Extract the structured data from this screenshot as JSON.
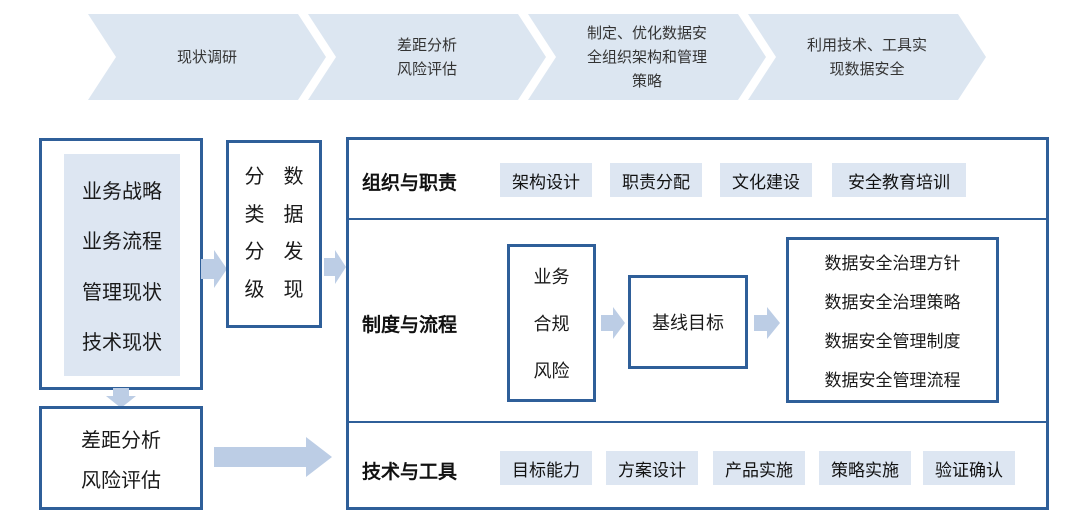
{
  "process_steps": [
    "现状调研",
    "差距分析\n风险评估",
    "制定、优化数据安\n全组织架构和管理\n策略",
    "利用技术、工具实\n现数据安全"
  ],
  "left_panel": {
    "items": [
      "业务战略",
      "业务流程",
      "管理现状",
      "技术现状"
    ]
  },
  "data_discovery": {
    "cells": [
      "分",
      "数",
      "类",
      "据",
      "分",
      "发",
      "级",
      "现"
    ]
  },
  "gap_box": {
    "lines": [
      "差距分析",
      "风险评估"
    ]
  },
  "sections": {
    "org": {
      "title": "组织与职责",
      "tags": [
        "架构设计",
        "职责分配",
        "文化建设",
        "安全教育培训"
      ]
    },
    "process": {
      "title": "制度与流程",
      "risk_lines": [
        "业务",
        "合规",
        "风险"
      ],
      "baseline": "基线目标",
      "policies": [
        "数据安全治理方针",
        "数据安全治理策略",
        "数据安全管理制度",
        "数据安全管理流程"
      ]
    },
    "tech": {
      "title": "技术与工具",
      "tags": [
        "目标能力",
        "方案设计",
        "产品实施",
        "策略实施",
        "验证确认"
      ]
    }
  },
  "colors": {
    "chevron_fill": "#dce6f1",
    "border_blue": "#2f5f99",
    "light_fill": "#dde6f2",
    "arrow_fill": "#bccde5"
  }
}
